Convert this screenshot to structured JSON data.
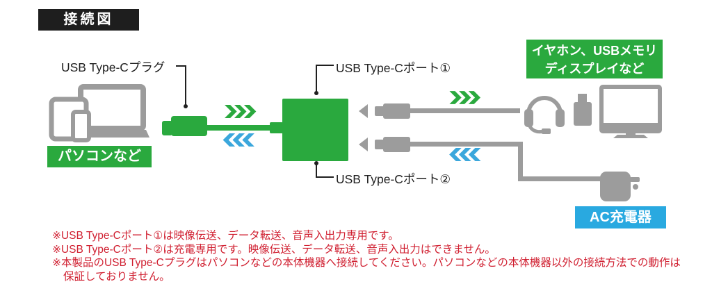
{
  "diagram": {
    "title": "接続図",
    "plug_label": "USB Type-Cプラグ",
    "port1_label": "USB Type-Cポート①",
    "port2_label": "USB Type-Cポート②",
    "source": {
      "label": "パソコンなど",
      "icons": [
        "laptop-icon",
        "tablet-icon",
        "smartphone-icon"
      ]
    },
    "peripherals": {
      "label_line1": "イヤホン、USBメモリ",
      "label_line2": "ディスプレイなど",
      "icons": [
        "headset-icon",
        "usb-memory-icon",
        "display-icon"
      ]
    },
    "charger": {
      "label": "AC充電器",
      "icon": "ac-charger-icon"
    },
    "arrows": {
      "outgoing_color_name": "green",
      "incoming_color_name": "blue"
    },
    "notes": [
      "※USB Type-Cポート①は映像伝送、データ転送、音声入出力専用です。",
      "※USB Type-Cポート②は充電専用です。映像伝送、データ転送、音声入出力はできません。",
      "※本製品のUSB Type-Cプラグはパソコンなどの本体機器へ接続してください。パソコンなどの本体機器以外の接続方法での動作は",
      "保証しておりません。"
    ],
    "colors": {
      "green": "#2aa93e",
      "arrow_blue": "#3ba7dc",
      "label_blue": "#29a9e0",
      "device_gray": "#9c9c9c",
      "note_red": "#d01f30",
      "title_black": "#1e1e1e"
    }
  }
}
